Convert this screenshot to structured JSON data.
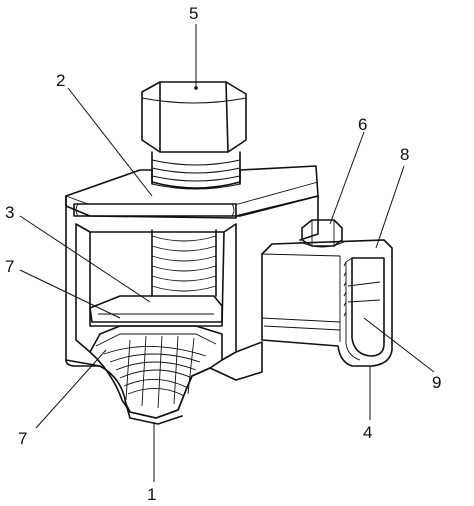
{
  "labels": {
    "l1": "1",
    "l2": "2",
    "l3": "3",
    "l4": "4",
    "l5": "5",
    "l6": "6",
    "l7a": "7",
    "l7b": "7",
    "l8": "8",
    "l9": "9"
  }
}
